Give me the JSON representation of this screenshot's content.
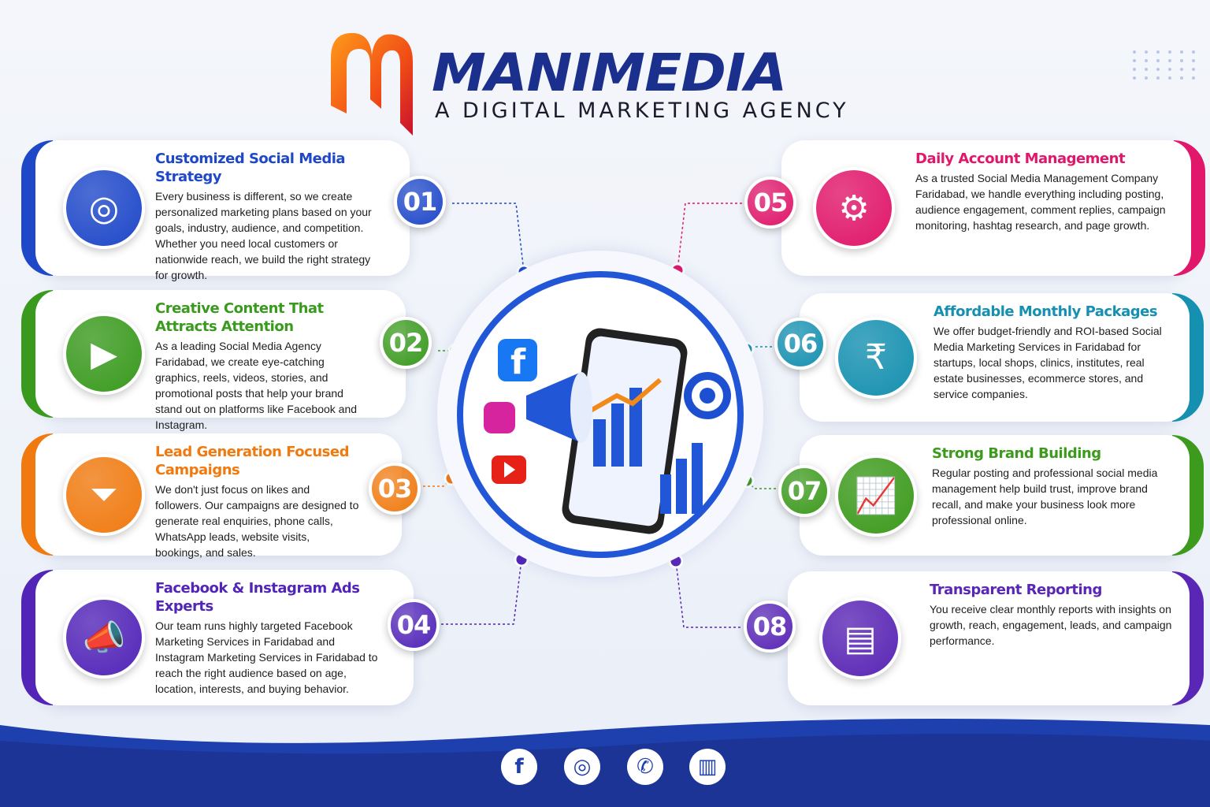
{
  "header": {
    "brand": "MANIMEDIA",
    "tagline": "A DIGITAL MARKETING AGENCY"
  },
  "services": [
    {
      "number": "01",
      "title": "Customized Social Media Strategy",
      "body": "Every business is different, so we create personalized marketing plans based on your goals, industry, audience, and competition. Whether you need local customers or nationwide reach, we build the right strategy for growth.",
      "color": "#1f48c9",
      "icon": "target-audience-icon"
    },
    {
      "number": "02",
      "title": "Creative Content That Attracts Attention",
      "body": "As a leading Social Media Agency Faridabad, we create eye-catching graphics, reels, videos, stories, and promotional posts that help your brand stand out on platforms like Facebook and Instagram.",
      "color": "#3a9a1e",
      "icon": "creative-content-icon"
    },
    {
      "number": "03",
      "title": "Lead Generation Focused Campaigns",
      "body": "We don't just focus on likes and followers. Our campaigns are designed to generate real enquiries, phone calls, WhatsApp leads, website visits, bookings, and sales.",
      "color": "#f07a10",
      "icon": "funnel-icon"
    },
    {
      "number": "04",
      "title": "Facebook & Instagram Ads Experts",
      "body": "Our team runs highly targeted Facebook Marketing Services in Faridabad and Instagram Marketing Services in Faridabad to reach the right audience based on age, location, interests, and buying behavior.",
      "color": "#5225b8",
      "icon": "megaphone-social-icon"
    },
    {
      "number": "05",
      "title": "Daily Account Management",
      "body": "As a trusted Social Media Management Company Faridabad, we handle everything including posting, audience engagement, comment replies, campaign monitoring, hashtag research, and page growth.",
      "color": "#e0176a",
      "icon": "gear-user-icon"
    },
    {
      "number": "06",
      "title": "Affordable Monthly Packages",
      "body": "We offer budget-friendly and ROI-based Social Media Marketing Services in Faridabad for startups, local shops, clinics, institutes, real estate businesses, ecommerce stores, and service companies.",
      "color": "#1590b0",
      "icon": "rupee-tag-icon"
    },
    {
      "number": "07",
      "title": "Strong Brand Building",
      "body": "Regular posting and professional social media management help build trust, improve brand recall, and make your business look more professional online.",
      "color": "#3c9a1c",
      "icon": "growth-chart-star-icon"
    },
    {
      "number": "08",
      "title": "Transparent Reporting",
      "body": "You receive clear monthly reports with insights on growth, reach, engagement, leads, and campaign performance.",
      "color": "#5a26b5",
      "icon": "report-icon"
    }
  ],
  "footer": {
    "social_icons": [
      "facebook-icon",
      "instagram-icon",
      "whatsapp-icon",
      "analytics-icon"
    ]
  }
}
